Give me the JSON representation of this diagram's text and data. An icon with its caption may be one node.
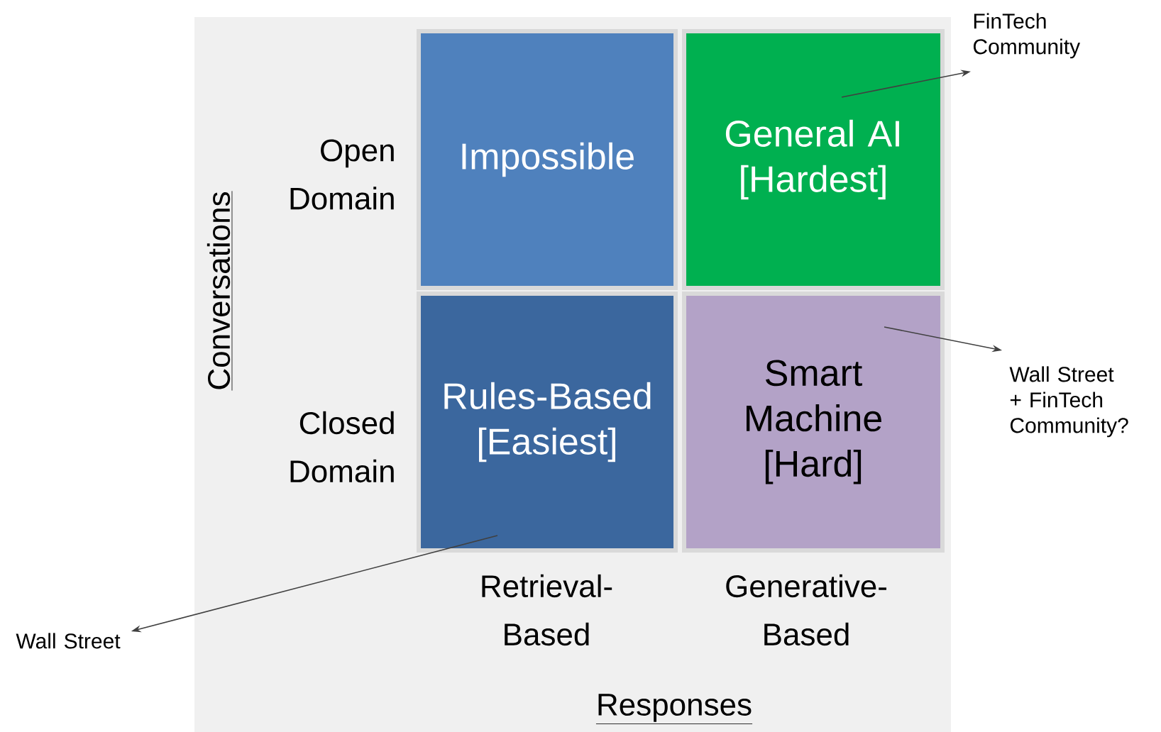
{
  "diagram": {
    "nodes": [
      {
        "text": [
          "Impossible"
        ]
      },
      {
        "text": [
          "General AI [Hardest]"
        ]
      },
      {
        "text": [
          "Rules-Based [Easiest]"
        ]
      },
      {
        "text": [
          "Smart Machine [Hard]"
        ]
      },
      {
        "text": [
          "FinTech Community"
        ]
      },
      {
        "text": [
          "Wall Street + FinTech Community?"
        ]
      },
      {
        "text": [
          "Wall Street"
        ]
      }
    ],
    "edges": [
      {
        "from": 1,
        "to": 4,
        "arrow": "to"
      },
      {
        "from": 3,
        "to": 5,
        "arrow": "to"
      },
      {
        "from": 2,
        "to": 6,
        "arrow": "to"
      }
    ],
    "labels": [
      "Open Domain",
      "Conversations",
      "Closed Domain",
      "Retrieval- Based",
      "Generative- Based",
      "Responses"
    ]
  }
}
